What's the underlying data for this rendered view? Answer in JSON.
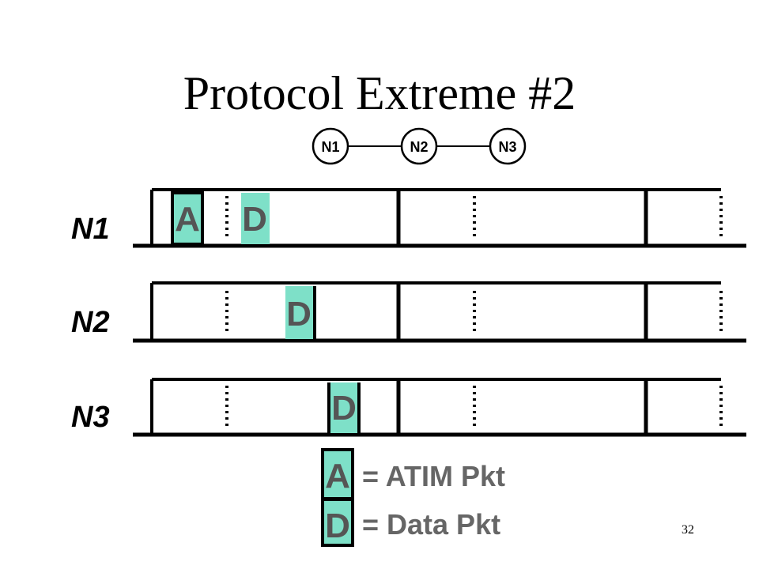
{
  "slide": {
    "title": "Protocol Extreme #2",
    "page_number": "32"
  },
  "topology": {
    "nodes": [
      "N1",
      "N2",
      "N3"
    ]
  },
  "timelines": [
    {
      "label": "N1",
      "packets": [
        {
          "type": "A",
          "label": "A",
          "slot": "first"
        },
        {
          "type": "D",
          "label": "D",
          "slot": "after-dots"
        }
      ]
    },
    {
      "label": "N2",
      "packets": [
        {
          "type": "D",
          "label": "D",
          "slot": "mid"
        }
      ]
    },
    {
      "label": "N3",
      "packets": [
        {
          "type": "D",
          "label": "D",
          "slot": "late"
        }
      ]
    }
  ],
  "legend": [
    {
      "symbol": "A",
      "text": "= ATIM Pkt"
    },
    {
      "symbol": "D",
      "text": "= Data Pkt"
    }
  ],
  "colors": {
    "packet_fill": "#7ee0c8",
    "line": "#000000",
    "label": "#000000",
    "packet_text": "#555555",
    "legend_text": "#666666"
  }
}
